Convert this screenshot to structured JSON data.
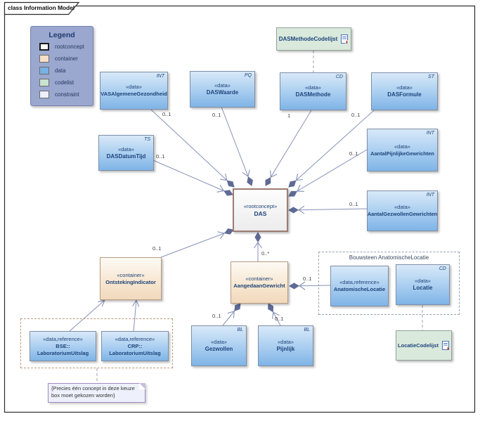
{
  "frame": {
    "title": "class Information Model"
  },
  "legend": {
    "title": "Legend",
    "items": [
      {
        "label": "rootconcept",
        "color": "#ffffff"
      },
      {
        "label": "container",
        "color": "#f6dfc6"
      },
      {
        "label": "data",
        "color": "#78b1e4"
      },
      {
        "label": "codelist",
        "color": "#c9e3d0"
      },
      {
        "label": "constraint",
        "color": "#edeffb"
      }
    ]
  },
  "nodes": {
    "vas": {
      "stereotype": "«data»",
      "name": "VASAlgemeneGezondheid",
      "tag": "INT"
    },
    "das_waarde": {
      "stereotype": "«data»",
      "name": "DASWaarde",
      "tag": "PQ"
    },
    "das_methode": {
      "stereotype": "«data»",
      "name": "DASMethode",
      "tag": "CD"
    },
    "das_formule": {
      "stereotype": "«data»",
      "name": "DASFormule",
      "tag": "ST"
    },
    "das_datumtijd": {
      "stereotype": "«data»",
      "name": "DASDatumTijd",
      "tag": "TS"
    },
    "aantal_pijnlijke": {
      "stereotype": "«data»",
      "name": "AantalPijnlijkeGewrichten",
      "tag": "INT"
    },
    "aantal_gezwollen": {
      "stereotype": "«data»",
      "name": "AantalGezwollenGewrichten",
      "tag": "INT"
    },
    "das": {
      "stereotype": "«rootconcept»",
      "name": "DAS"
    },
    "ontsteking": {
      "stereotype": "«container»",
      "name": "OntstekingIndicator"
    },
    "aangedaan": {
      "stereotype": "«container»",
      "name": "AangedaanGewricht"
    },
    "anatomische": {
      "stereotype": "«data,reference»",
      "name": "AnatomischeLocatie"
    },
    "locatie": {
      "stereotype": "«data»",
      "name": "Locatie",
      "tag": "CD"
    },
    "gezwollen": {
      "stereotype": "«data»",
      "name": "Gezwollen",
      "tag": "BL"
    },
    "pijnlijk": {
      "stereotype": "«data»",
      "name": "Pijnlijk",
      "tag": "BL"
    },
    "bse": {
      "stereotype": "«data,reference»",
      "name": "BSE::",
      "name2": "LaboratoriumUitslag"
    },
    "crp": {
      "stereotype": "«data,reference»",
      "name": "CRP::",
      "name2": "LaboratoriumUitslag"
    },
    "das_methode_codelijst": {
      "name": "DASMethodeCodelijst"
    },
    "locatie_codelijst": {
      "name": "LocatieCodelijst"
    }
  },
  "groups": {
    "bouwsteen": {
      "title": "Bouwsteen AnatomischeLocatie"
    }
  },
  "note": {
    "text": "{Precies één concept in deze keuze box moet gekozen worden}"
  },
  "connections": [
    {
      "from": "VASAlgemeneGezondheid",
      "to": "DAS",
      "multiplicity": "0..1"
    },
    {
      "from": "DASWaarde",
      "to": "DAS",
      "multiplicity": "0..1"
    },
    {
      "from": "DASMethode",
      "to": "DAS",
      "multiplicity": "1"
    },
    {
      "from": "DASFormule",
      "to": "DAS",
      "multiplicity": "0..1"
    },
    {
      "from": "DASDatumTijd",
      "to": "DAS",
      "multiplicity": "0..1"
    },
    {
      "from": "AantalPijnlijkeGewrichten",
      "to": "DAS",
      "multiplicity": "0..1"
    },
    {
      "from": "AantalGezwollenGewrichten",
      "to": "DAS",
      "multiplicity": "0..1"
    },
    {
      "from": "OntstekingIndicator",
      "to": "DAS",
      "multiplicity": "0..1"
    },
    {
      "from": "AangedaanGewricht",
      "to": "DAS",
      "multiplicity": "0..*"
    },
    {
      "from": "AnatomischeLocatie",
      "to": "AangedaanGewricht",
      "multiplicity": "0..1"
    },
    {
      "from": "Gezwollen",
      "to": "AangedaanGewricht",
      "multiplicity": "0..1"
    },
    {
      "from": "Pijnlijk",
      "to": "AangedaanGewricht",
      "multiplicity": "0..1"
    },
    {
      "from": "BSE::LaboratoriumUitslag",
      "to": "OntstekingIndicator",
      "multiplicity": ""
    },
    {
      "from": "CRP::LaboratoriumUitslag",
      "to": "OntstekingIndicator",
      "multiplicity": ""
    }
  ]
}
